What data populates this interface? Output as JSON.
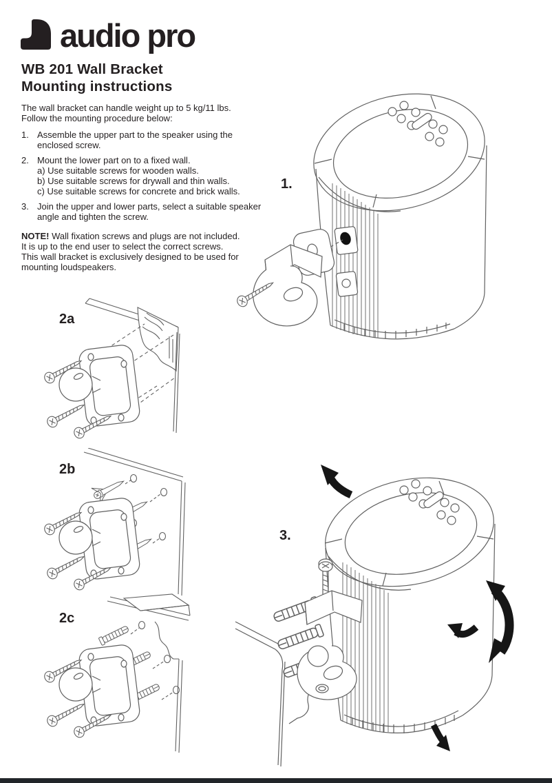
{
  "brand": {
    "wordmark": "audio pro"
  },
  "title": {
    "line1": "WB 201 Wall Bracket",
    "line2": "Mounting instructions"
  },
  "intro": {
    "line1": "The wall bracket can handle weight up to 5 kg/11 lbs.",
    "line2": "Follow the mounting procedure below:"
  },
  "steps": [
    {
      "num": "1.",
      "lines": [
        "Assemble the upper part to the speaker using the",
        "enclosed screw."
      ]
    },
    {
      "num": "2.",
      "lines": [
        "Mount the lower part on to a fixed wall."
      ],
      "sub": [
        "a) Use suitable screws for wooden walls.",
        "b) Use suitable screws for drywall and thin walls.",
        "c) Use suitable screws for concrete and brick walls."
      ]
    },
    {
      "num": "3.",
      "lines": [
        "Join the upper and lower parts, select a suitable speaker",
        "angle and tighten the screw."
      ]
    }
  ],
  "note": {
    "label": "NOTE!",
    "line1": " Wall fixation screws and plugs are not included.",
    "line2": "It is up to the end user to select the correct screws.",
    "line3": "This wall bracket is exclusively designed to be used for",
    "line4": "mounting loudspeakers."
  },
  "figures": {
    "fig1": {
      "label": "1."
    },
    "fig2a": {
      "label": "2a"
    },
    "fig2b": {
      "label": "2b"
    },
    "fig2c": {
      "label": "2c"
    },
    "fig3": {
      "label": "3."
    }
  },
  "colors": {
    "ink": "#231f20",
    "line": "#606060",
    "arrow": "#161616",
    "footer_bar": "#212529"
  }
}
